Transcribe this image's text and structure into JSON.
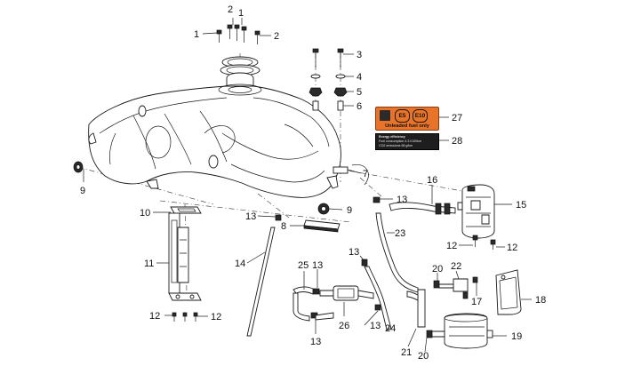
{
  "callouts": [
    {
      "id": "c1a",
      "text": "1"
    },
    {
      "id": "c1b",
      "text": "1"
    },
    {
      "id": "c2a",
      "text": "2"
    },
    {
      "id": "c2b",
      "text": "2"
    },
    {
      "id": "c3",
      "text": "3"
    },
    {
      "id": "c4",
      "text": "4"
    },
    {
      "id": "c5",
      "text": "5"
    },
    {
      "id": "c6",
      "text": "6"
    },
    {
      "id": "c7",
      "text": "7"
    },
    {
      "id": "c8",
      "text": "8"
    },
    {
      "id": "c9a",
      "text": "9"
    },
    {
      "id": "c9b",
      "text": "9"
    },
    {
      "id": "c10",
      "text": "10"
    },
    {
      "id": "c11",
      "text": "11"
    },
    {
      "id": "c12a",
      "text": "12"
    },
    {
      "id": "c12b",
      "text": "12"
    },
    {
      "id": "c12c",
      "text": "12"
    },
    {
      "id": "c12d",
      "text": "12"
    },
    {
      "id": "c13a",
      "text": "13"
    },
    {
      "id": "c13b",
      "text": "13"
    },
    {
      "id": "c13c",
      "text": "13"
    },
    {
      "id": "c13d",
      "text": "13"
    },
    {
      "id": "c13e",
      "text": "13"
    },
    {
      "id": "c13f",
      "text": "13"
    },
    {
      "id": "c14",
      "text": "14"
    },
    {
      "id": "c15",
      "text": "15"
    },
    {
      "id": "c16",
      "text": "16"
    },
    {
      "id": "c17",
      "text": "17"
    },
    {
      "id": "c18",
      "text": "18"
    },
    {
      "id": "c19",
      "text": "19"
    },
    {
      "id": "c20a",
      "text": "20"
    },
    {
      "id": "c20b",
      "text": "20"
    },
    {
      "id": "c21",
      "text": "21"
    },
    {
      "id": "c22",
      "text": "22"
    },
    {
      "id": "c23",
      "text": "23"
    },
    {
      "id": "c24",
      "text": "24"
    },
    {
      "id": "c25",
      "text": "25"
    },
    {
      "id": "c26",
      "text": "26"
    },
    {
      "id": "c27",
      "text": "27"
    },
    {
      "id": "c28",
      "text": "28"
    }
  ],
  "fuel_label": {
    "badge_1": "E5",
    "badge_2": "E10",
    "caption": "Unleaded fuel only",
    "color": "#e8742a"
  },
  "efficiency_label": {
    "line_1": "Energy efficiency",
    "line_2": "Fuel consumption   4.3 l/100km",
    "line_3": "CO2 emissions        98 g/km"
  }
}
